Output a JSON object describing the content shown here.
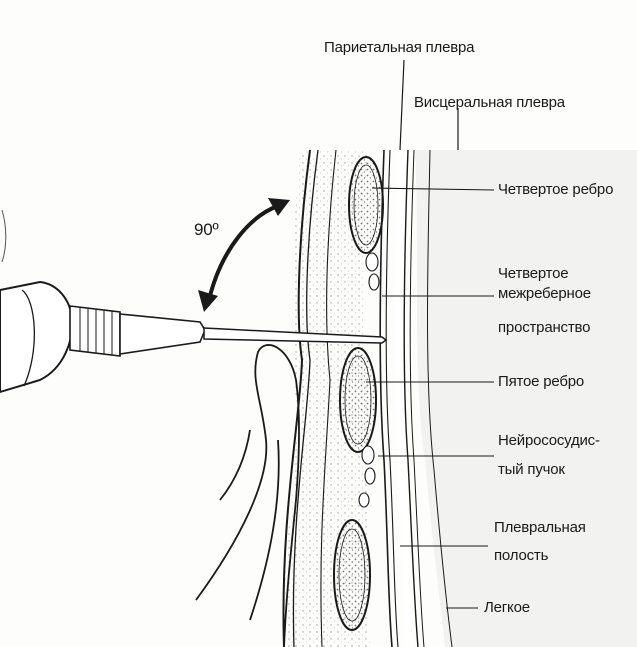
{
  "angle_label": "90º",
  "labels": {
    "parietal_pleura": "Париетальная плевра",
    "visceral_pleura": "Висцеральная плевра",
    "fourth_rib": "Четвертое ребро",
    "fourth_intercostal_line1": "Четвертое",
    "fourth_intercostal_line2": "межреберное",
    "fourth_intercostal_line3": "пространство",
    "fifth_rib": "Пятое ребро",
    "neurovascular_line1": "Нейрососудис-",
    "neurovascular_line2": "тый пучок",
    "pleural_cavity_line1": "Плевральная",
    "pleural_cavity_line2": "полость",
    "lung": "Легкое"
  },
  "colors": {
    "ink": "#1a1a1a",
    "paper": "#fdfdfb",
    "tissue_shade": "#ececea"
  }
}
